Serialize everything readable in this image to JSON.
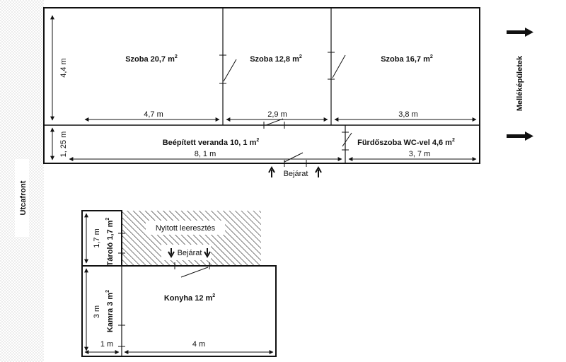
{
  "colors": {
    "line": "#111111",
    "dots": "#bdbdbd",
    "hatch": "#222222"
  },
  "icons": [
    "arrow-right-icon",
    "arrow-up-icon",
    "arrow-down-icon",
    "door-swing-icon"
  ],
  "labels": {
    "street": "Utcafront",
    "outbuildings": "Melléképületek",
    "entrance": "Bejárat",
    "open_canopy": "Nyitott leeresztés"
  },
  "rooms": {
    "room1": {
      "name": "Szoba 20,7 m",
      "sup": "2"
    },
    "room2": {
      "name": "Szoba 12,8 m",
      "sup": "2"
    },
    "room3": {
      "name": "Szoba 16,7 m",
      "sup": "2"
    },
    "veranda": {
      "name": "Beépített veranda 10, 1 m",
      "sup": "2"
    },
    "bathroom": {
      "name": "Fürdőszoba WC-vel 4,6 m",
      "sup": "2"
    },
    "storage": {
      "name": "Tároló 1,7 m",
      "sup": "2"
    },
    "pantry": {
      "name": "Kamra 3 m",
      "sup": "2"
    },
    "kitchen": {
      "name": "Konyha 12 m",
      "sup": "2"
    }
  },
  "dimensions": {
    "main_depth": "4,4 m",
    "veranda_depth": "1, 25 m",
    "room1_width": "4,7 m",
    "room2_width": "2,9 m",
    "room3_width": "3,8 m",
    "veranda_width": "8, 1 m",
    "bathroom_width": "3, 7 m",
    "storage_depth": "1,7 m",
    "pantry_depth": "3 m",
    "pantry_width": "1 m",
    "kitchen_width": "4 m"
  }
}
